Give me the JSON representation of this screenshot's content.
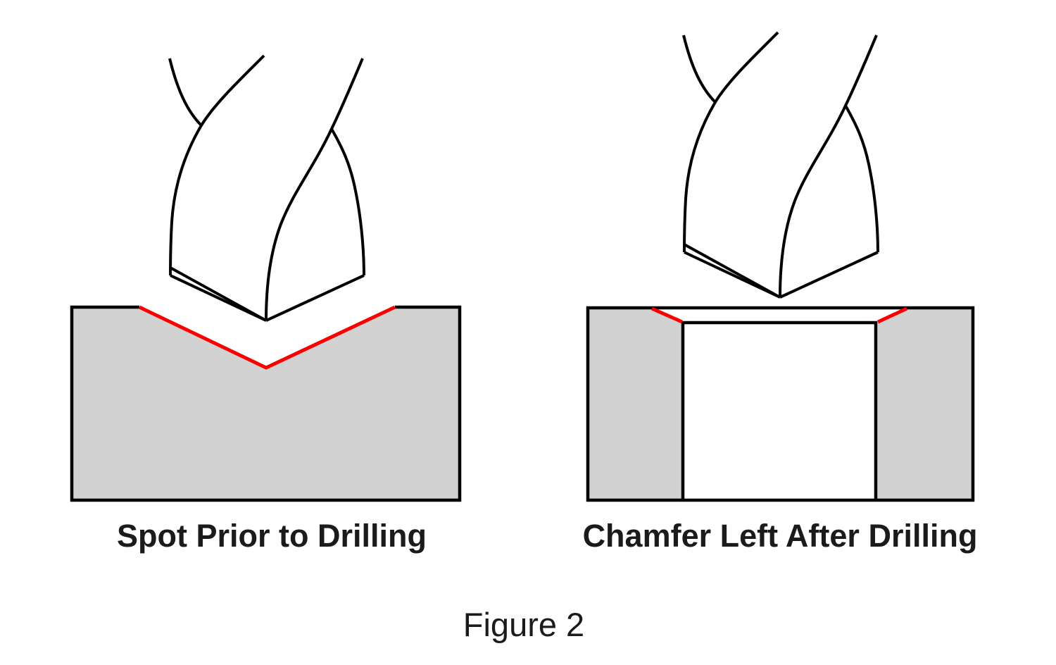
{
  "figure": {
    "panels": [
      {
        "caption": "Spot Prior to Drilling"
      },
      {
        "caption": "Chamfer Left After Drilling"
      }
    ],
    "figure_label": "Figure 2"
  },
  "colors": {
    "highlight_red": "#fa0000",
    "workpiece_gray": "#d2d2d2",
    "line_black": "#000000",
    "text_black": "#1b1b1b",
    "background": "#ffffff"
  }
}
